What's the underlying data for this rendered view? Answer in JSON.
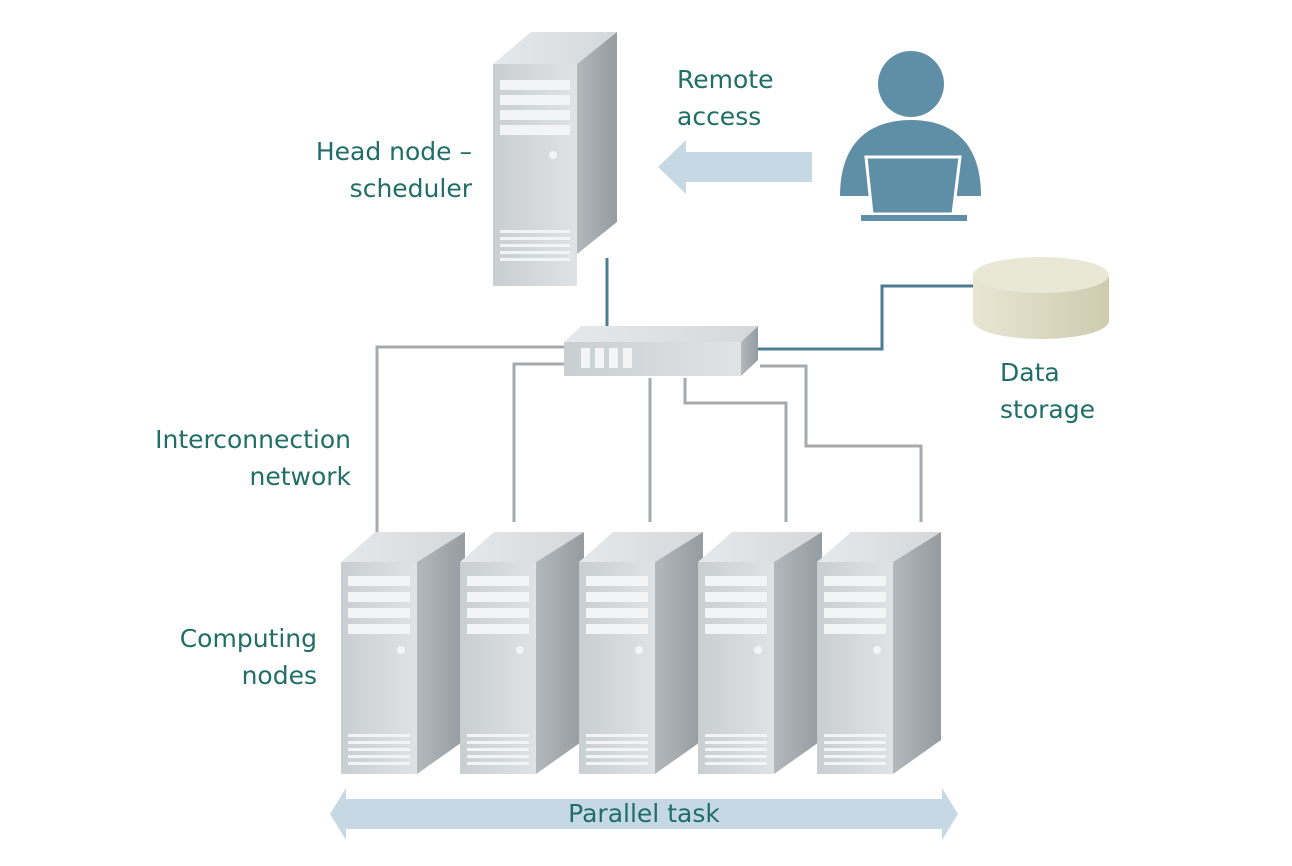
{
  "labels": {
    "head_node_line1": "Head node –",
    "head_node_line2": "scheduler",
    "remote_line1": "Remote",
    "remote_line2": "access",
    "storage_line1": "Data",
    "storage_line2": "storage",
    "network_line1": "Interconnection",
    "network_line2": "network",
    "computing_line1": "Computing",
    "computing_line2": "nodes",
    "parallel_task": "Parallel task"
  },
  "colors": {
    "label_text": "#1f6e68",
    "arrow_fill": "#c5d8e4",
    "user_fill": "#5f8fa6",
    "cable": "#a4a9ad",
    "cable_accent": "#4d7d92",
    "storage_fill": "#e2dfc8"
  },
  "icons": {
    "head_node": "server-tower-icon",
    "user": "user-laptop-icon",
    "switch": "network-switch-icon",
    "storage": "database-cylinder-icon",
    "compute_node": "server-tower-icon"
  },
  "computing_node_count": 5
}
